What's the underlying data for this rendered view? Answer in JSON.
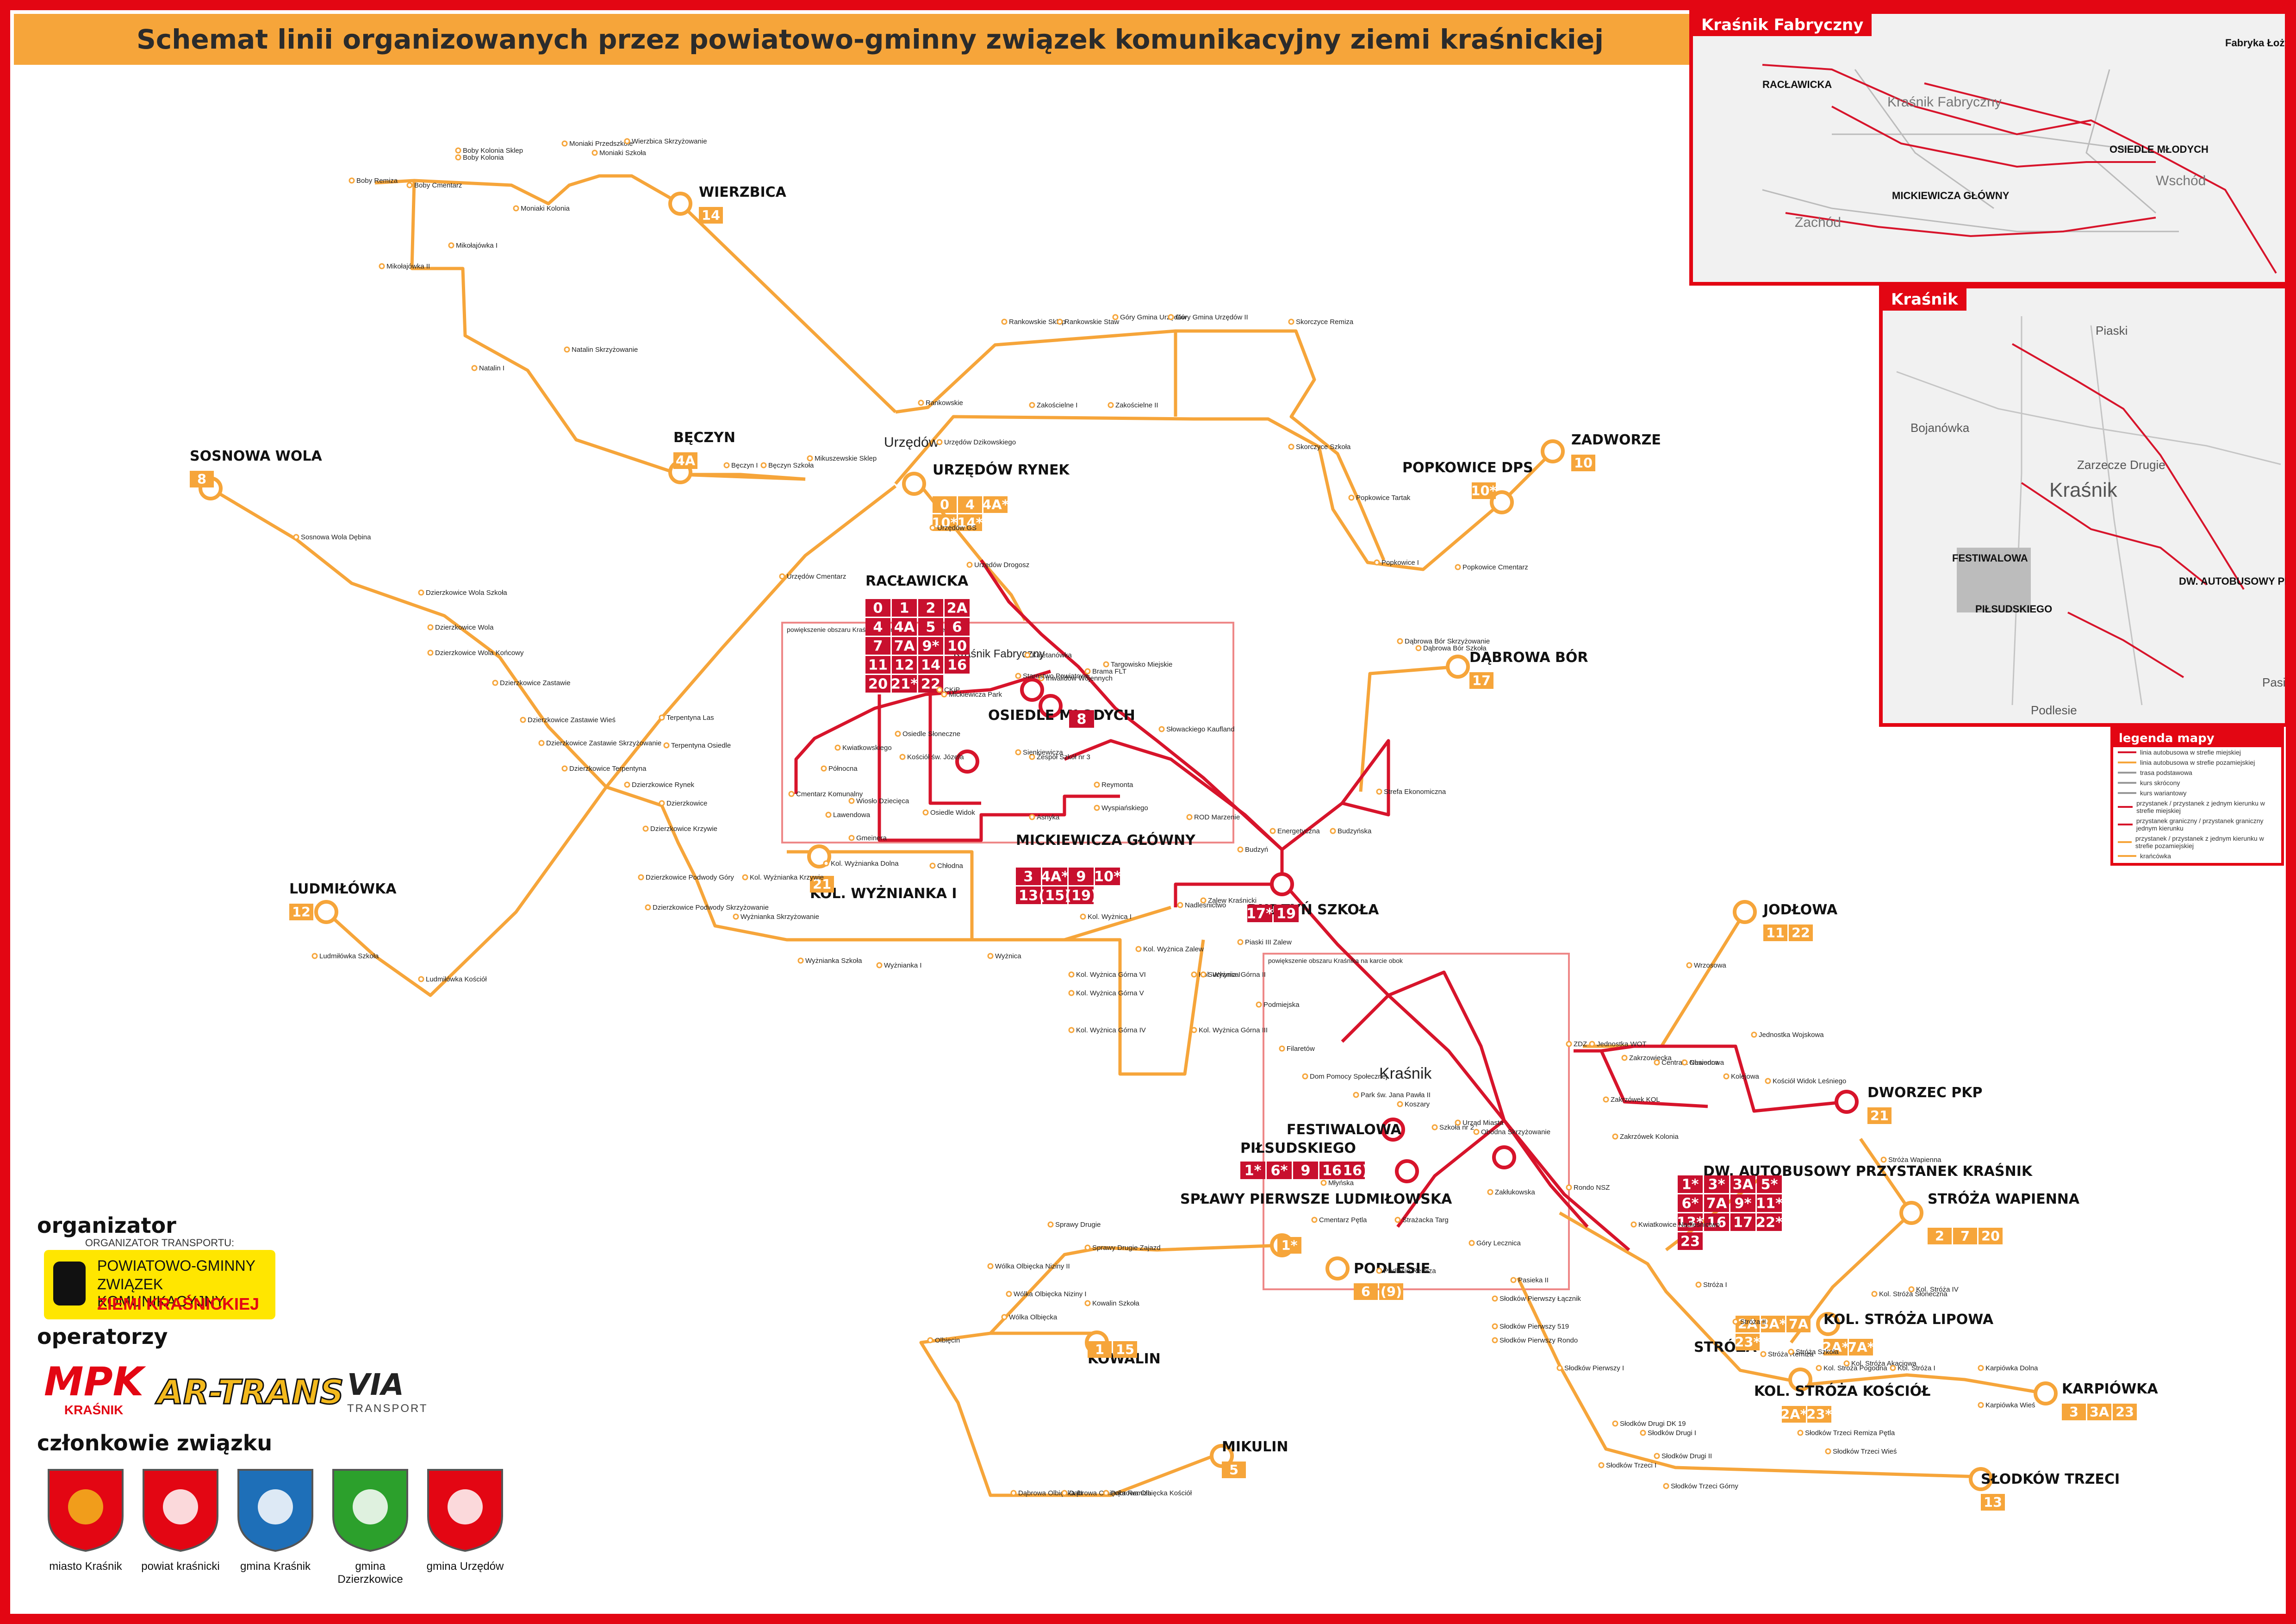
{
  "title": "Schemat linii organizowanych przez powiatowo-gminny związek komunikacyjny ziemi kraśnickiej",
  "colors": {
    "frame": "#e30613",
    "title_bg": "#f6a53a",
    "suburban_line": "#f6a53a",
    "city_line": "#d7142b"
  },
  "terminals": [
    {
      "name": "WIERZBICA",
      "lines": [
        "14"
      ]
    },
    {
      "name": "BĘCZYN",
      "lines": [
        "4A"
      ]
    },
    {
      "name": "SOSNOWA WOLA",
      "lines": [
        "8"
      ]
    },
    {
      "name": "URZĘDÓW RYNEK",
      "lines": [
        "0",
        "4",
        "4A*",
        "10*",
        "14*"
      ]
    },
    {
      "name": "POPKOWICE DPS",
      "lines": [
        "10*"
      ]
    },
    {
      "name": "ZADWORZE",
      "lines": [
        "10"
      ]
    },
    {
      "name": "DĄBROWA BÓR",
      "lines": [
        "17"
      ]
    },
    {
      "name": "LUDMIŁÓWKA",
      "lines": [
        "12"
      ]
    },
    {
      "name": "KOL. WYŻNIANKA I",
      "lines": [
        "21"
      ]
    },
    {
      "name": "JODŁOWA",
      "lines": [
        "11",
        "22"
      ]
    },
    {
      "name": "DWORZEC PKP",
      "lines": [
        "21"
      ]
    },
    {
      "name": "STRÓŻA WAPIENNA",
      "lines": [
        "2",
        "7",
        "20"
      ]
    },
    {
      "name": "KOL. STRÓŻA LIPOWA",
      "lines": [
        "2A*",
        "7A*"
      ]
    },
    {
      "name": "STRÓŻA",
      "lines": [
        "2A",
        "3A*",
        "7A",
        "23*"
      ]
    },
    {
      "name": "KOL. STRÓŻA KOŚCIÓŁ",
      "lines": [
        "2A*",
        "23*"
      ]
    },
    {
      "name": "KARPIÓWKA",
      "lines": [
        "3",
        "3A",
        "23"
      ]
    },
    {
      "name": "SŁODKÓW TRZECI",
      "lines": [
        "13"
      ]
    },
    {
      "name": "MIKULIN",
      "lines": [
        "5"
      ]
    },
    {
      "name": "KOWALIN",
      "lines": [
        "1",
        "15"
      ]
    },
    {
      "name": "SPŁAWY PIERWSZE LUDMIŁOWSKA",
      "lines": [
        "1*"
      ]
    },
    {
      "name": "PODLESIE",
      "lines": [
        "6",
        "(9)"
      ]
    }
  ],
  "city_terminals": [
    {
      "name": "RACŁAWICKA",
      "lines": [
        "0",
        "1",
        "2",
        "2A",
        "4",
        "4A",
        "5",
        "6",
        "7",
        "7A",
        "9*",
        "10",
        "11",
        "12",
        "14",
        "16",
        "20",
        "21*",
        "22"
      ]
    },
    {
      "name": "OSIEDLE MŁODYCH",
      "lines": [
        "8"
      ]
    },
    {
      "name": "MICKIEWICZA GŁÓWNY",
      "lines": [
        "3",
        "4A*",
        "9",
        "10*",
        "13",
        "(15)",
        "(19)"
      ]
    },
    {
      "name": "BUDZYŃ SZKOŁA",
      "lines": [
        "17*",
        "19"
      ]
    },
    {
      "name": "FESTIWALOWA",
      "lines": [
        "(16)"
      ]
    },
    {
      "name": "PIŁSUDSKIEGO",
      "lines": [
        "1*",
        "6*",
        "9",
        "16"
      ]
    },
    {
      "name": "DW. AUTOBUSOWY PRZYSTANEK KRAŚNIK",
      "lines": [
        "1*",
        "3*",
        "3A",
        "5*",
        "6*",
        "7A",
        "9*",
        "11*",
        "13*",
        "16",
        "17",
        "22*",
        "23"
      ]
    }
  ],
  "stops": [
    "Boby Remiza",
    "Boby Cmentarz",
    "Boby Kolonia Sklep",
    "Boby Kolonia",
    "Moniaki Kolonia",
    "Moniaki Przedszkole",
    "Moniaki Szkoła",
    "Wierzbica Skrzyżowanie",
    "Mikołajówka I",
    "Mikołajówka II",
    "Natalin I",
    "Natalin Skrzyżowanie",
    "Bęczyn I",
    "Bęczyn Szkoła",
    "Mikuszewskie Sklep",
    "Rankowskie",
    "Rankowskie Sklep",
    "Rankowskie Staw",
    "Góry Gmina Urzędów",
    "Góry Gmina Urzędów II",
    "Skorczyce Remiza",
    "Skorczyce Szkoła",
    "Popkowice Tartak",
    "Popkowice I",
    "Popkowice Cmentarz",
    "Zakościelne I",
    "Zakościelne II",
    "Urzędów Dzikowskiego",
    "Urzędów GS",
    "Urzędów Cmentarz",
    "Urzędów Drogosz",
    "Sosnowa Wola Dębina",
    "Dzierzkowice Wola Szkoła",
    "Dzierzkowice Wola",
    "Dzierzkowice Wola Końcowy",
    "Dzierzkowice Zastawie",
    "Dzierzkowice Zastawie Wieś",
    "Dzierzkowice Zastawie Skrzyżowanie",
    "Dzierzkowice Terpentyna",
    "Terpentyna Las",
    "Terpentyna Osiedle",
    "Dzierzkowice Rynek",
    "Dzierzkowice",
    "Dzierzkowice Krzywie",
    "Dzierzkowice Podwody Góry",
    "Dzierzkowice Podwody Skrzyżowanie",
    "Ludmiłówka Szkoła",
    "Ludmiłówka Kościół",
    "Kol. Wyżnianka Krzywie",
    "Wyżnianka Skrzyżowanie",
    "Kol. Wyżnianka Dolna",
    "Chłodna",
    "Wyżnianka I",
    "Wyżnianka Szkoła",
    "Wyżnica",
    "Kol. Wyżnica I",
    "Kol. Wyżnica Zalew",
    "Kol. Wyżnica Górna VI",
    "Kol. Wyżnica Górna V",
    "Kol. Wyżnica Górna IV",
    "Kol. Wyżnica Górna II",
    "Kol. Wyżnica Górna III",
    "Suchynia I",
    "Nadlesnictwo",
    "Zalew Kraśnicki",
    "Piaski III Zalew",
    "Podmiejska",
    "Filaretów",
    "Dom Pomocy Społecznej",
    "Park św. Jana Pawła II",
    "Koszary",
    "Szkoła nr 2",
    "Urząd Miasta",
    "Obodna Skrzyżowanie",
    "Zakłukowska",
    "Rondo NSZ",
    "Kwiatkowice Nadleśnictwo",
    "Stróża I",
    "Stróża II",
    "Stróża Remiza",
    "Stróża Szkoła",
    "Kol. Stróża Pogodna",
    "Kol. Stróża Akacjowa",
    "Kol. Stróża I",
    "Karpiówka Dolna",
    "Karpiówka Wieś",
    "Słodków Pierwszy Łącznik",
    "Słodków Pierwszy 519",
    "Słodków Pierwszy Rondo",
    "Słodków Pierwszy I",
    "Słodków Drugi DK 19",
    "Słodków Drugi I",
    "Słodków Drugi II",
    "Słodków Trzeci Remiza Pętla",
    "Słodków Trzeci Wieś",
    "Słodków Trzeci Górny",
    "Słodków Trzeci I",
    "Góry Lecznica",
    "Pasieka II",
    "Podleśie Remiza",
    "Strażacka Targ",
    "Cmentarz Pętla",
    "Młyńska",
    "Sprawy Drugie",
    "Sprawy Drugie Zajazd",
    "Kowalin Szkoła",
    "Wólka Olbięcka",
    "Wólka Olbięcka Niziny I",
    "Wólka Olbięcka Niziny II",
    "Olbięcin",
    "Dąbrowa Olbięcka III",
    "Dąbrowa Olbięcka Remiza",
    "Dąbrowa Olbięcka Kościół",
    "Wrzosowa",
    "Jednostka WOT",
    "ZDZ",
    "Zakrzowiecka",
    "Centrala Nasienna",
    "Obwodowa",
    "Jednostka Wojskowa",
    "Kolejowa",
    "Kościół Widok Leśniego",
    "Zakrzówek KOL",
    "Zakrzówek Kolonia",
    "Stróża Wapienna",
    "Kol. Stróża IV",
    "Kol. Stróża Słoneczna",
    "Budzyń",
    "Strefa Ekonomiczna",
    "Budzyńska",
    "Energetyczna",
    "ROD Marzenie",
    "Słowackiego Kaufland",
    "Reymonta",
    "Wyspiańskiego",
    "Asnyka",
    "Kwiatkowskiego",
    "Północna",
    "Kościół św. Józefa",
    "Osiedle Słoneczne",
    "Osiedle Widok",
    "Wiosło Dziecięca",
    "Lawendowa",
    "Gmeinera",
    "Cmentarz Komunalny",
    "Zespół Szkół nr 3",
    "Sienkiewicza",
    "Mickiewicza Park",
    "CKiP",
    "Inwalidów Wojennych",
    "Starostwo Powiatowe",
    "Kajetanówka",
    "Brama FLT",
    "Targowisko Miejskie",
    "Dąbrowa Bór Skrzyżowanie",
    "Dąbrowa Bór Szkoła"
  ],
  "area_labels": {
    "krasnik_fabr": "Kraśnik Fabryczny",
    "krasnik": "Kraśnik",
    "urzedow": "Urzędów",
    "zaklad": "Zarzecze Drugie"
  },
  "notes": {
    "enlargement_fabr": "powiększenie obszaru Kraśnika Fabrycznego na karcie obok",
    "enlargement_city": "powiększenie obszaru Kraśnika na karcie obok",
    "border_stop": "przystanek graniczny"
  },
  "sidebar": {
    "organizer_h": "organizator",
    "organizer_small": "ORGANIZATOR TRANSPORTU:",
    "organizer_name1": "POWIATOWO-GMINNY",
    "organizer_name2": "ZWIĄZEK KOMUNIKACYJNY",
    "organizer_name3": "ZIEMI KRAŚNICKIEJ",
    "operators_h": "operatorzy",
    "op1": "MPK",
    "op1_sub": "KRAŚNIK",
    "op2": "AR-TRANS",
    "op3": "VIA",
    "op3_sub": "TRANSPORT",
    "members_h": "członkowie związku",
    "members": [
      "miasto Kraśnik",
      "powiat kraśnicki",
      "gmina Kraśnik",
      "gmina Dzierzkowice",
      "gmina Urzędów"
    ]
  },
  "insets": {
    "fabr_title": "Kraśnik Fabryczny",
    "city_title": "Kraśnik",
    "fabr_labels": [
      "Kraśnik Fabryczny",
      "Zachód",
      "Wschód",
      "RACŁAWICKA",
      "OSIEDLE MŁODYCH",
      "MICKIEWICZA GŁÓWNY",
      "Fabryka Łożysk Tocznych Kraśnik"
    ],
    "city_labels": [
      "Piaski",
      "Kraśnik",
      "Zarzecze Drugie",
      "Bojanówka",
      "FESTIWALOWA",
      "PIŁSUDSKIEGO",
      "DW. AUTOBUSOWY PRZYSTANEK KRAŚNIK",
      "Podlesie",
      "Pasieka"
    ]
  },
  "legend": {
    "title": "legenda mapy",
    "rows": [
      "linia autobusowa w strefie miejskiej",
      "linia autobusowa w strefie pozamiejskiej",
      "trasa podstawowa",
      "kurs skrócony",
      "kurs wariantowy",
      "przystanek / przystanek z jednym kierunku w strefie miejskiej",
      "przystanek graniczny / przystanek graniczny jednym kierunku",
      "przystanek / przystanek z jednym kierunku w strefie pozamiejskiej",
      "krańcówka"
    ]
  }
}
